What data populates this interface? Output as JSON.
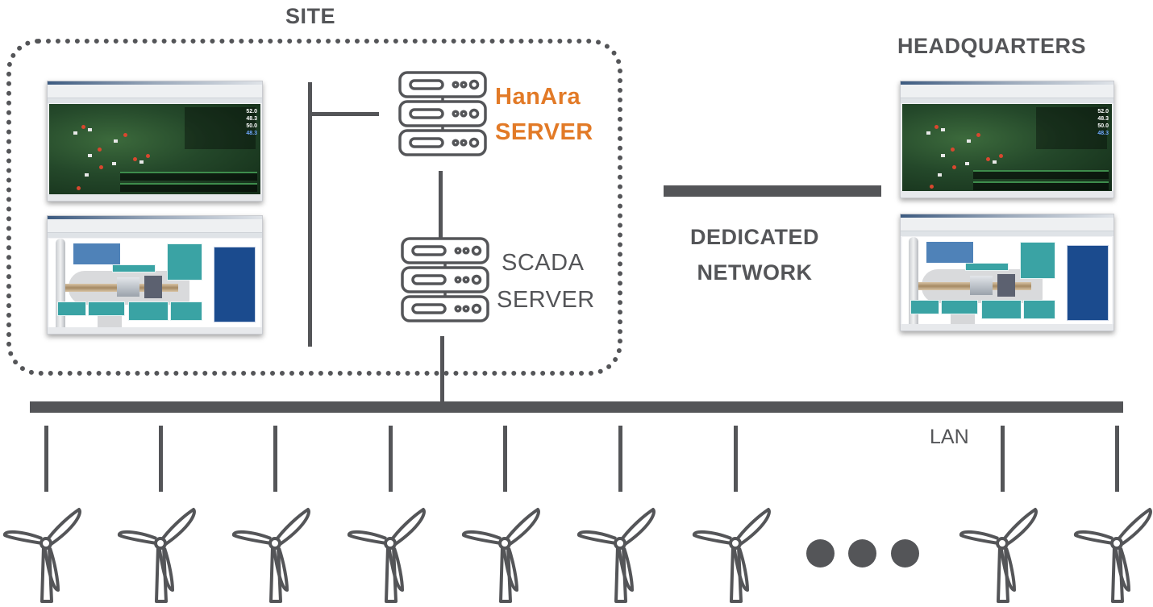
{
  "diagram": {
    "site": {
      "title": "SITE",
      "hanara_server": {
        "line1": "HanAra",
        "line2": "SERVER",
        "icon": "server-rack-icon"
      },
      "scada_server": {
        "line1": "SCADA",
        "line2": "SERVER",
        "icon": "server-rack-icon"
      },
      "screens": [
        {
          "name": "wind-farm-map-screen",
          "values": [
            "52.0",
            "48.3",
            "50.0",
            "48.3"
          ]
        },
        {
          "name": "turbine-detail-screen"
        }
      ]
    },
    "headquarters": {
      "title": "HEADQUARTERS",
      "screens": [
        {
          "name": "wind-farm-map-screen",
          "values": [
            "52.0",
            "48.3",
            "50.0",
            "48.3"
          ]
        },
        {
          "name": "turbine-detail-screen"
        }
      ]
    },
    "network": {
      "line1": "DEDICATED",
      "line2": "NETWORK"
    },
    "lan": {
      "label": "LAN"
    },
    "turbines": {
      "icon": "wind-turbine-icon",
      "count_shown": 9,
      "ellipsis": true
    },
    "colors": {
      "primary": "#545558",
      "accent": "#e27a27",
      "background": "#ffffff"
    }
  }
}
